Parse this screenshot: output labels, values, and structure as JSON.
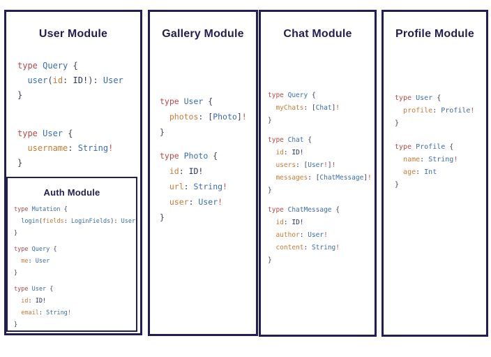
{
  "colors": {
    "navy": "#221e54",
    "kw": "#b94a46",
    "ty": "#3a6db6",
    "fl": "#cd7a35",
    "pu": "#3e4257",
    "sc": "#273360",
    "bg": "#c25048"
  },
  "panels": [
    {
      "title": "User Module",
      "blocks": [
        [
          [
            [
              "kw",
              "type "
            ],
            [
              "ty",
              "Query "
            ],
            [
              "pu",
              "{"
            ]
          ],
          [
            [
              "pu",
              "  "
            ],
            [
              "ty",
              "user"
            ],
            [
              "pu",
              "("
            ],
            [
              "fl",
              "id"
            ],
            [
              "pu",
              ": "
            ],
            [
              "sc",
              "ID!"
            ],
            [
              "pu",
              "): "
            ],
            [
              "ty",
              "User"
            ]
          ],
          [
            [
              "pu",
              "}"
            ]
          ]
        ],
        [
          [
            [
              "kw",
              "type "
            ],
            [
              "ty",
              "User "
            ],
            [
              "pu",
              "{"
            ]
          ],
          [
            [
              "pu",
              "  "
            ],
            [
              "fl",
              "username"
            ],
            [
              "pu",
              ": "
            ],
            [
              "ty",
              "String"
            ],
            [
              "bg",
              "!"
            ]
          ],
          [
            [
              "pu",
              "}"
            ]
          ]
        ]
      ],
      "sub_panel": {
        "title": "Auth Module",
        "blocks": [
          [
            [
              [
                "kw",
                "type "
              ],
              [
                "ty",
                "Mutation "
              ],
              [
                "pu",
                "{"
              ]
            ],
            [
              [
                "pu",
                "  "
              ],
              [
                "ty",
                "login"
              ],
              [
                "pu",
                "("
              ],
              [
                "fl",
                "fields"
              ],
              [
                "pu",
                ": "
              ],
              [
                "ty",
                "LoginFields"
              ],
              [
                "pu",
                "): "
              ],
              [
                "ty",
                "User"
              ]
            ],
            [
              [
                "pu",
                "}"
              ]
            ]
          ],
          [
            [
              [
                "kw",
                "type "
              ],
              [
                "ty",
                "Query "
              ],
              [
                "pu",
                "{"
              ]
            ],
            [
              [
                "pu",
                "  "
              ],
              [
                "fl",
                "me"
              ],
              [
                "pu",
                ": "
              ],
              [
                "ty",
                "User"
              ]
            ],
            [
              [
                "pu",
                "}"
              ]
            ]
          ],
          [
            [
              [
                "kw",
                "type "
              ],
              [
                "ty",
                "User "
              ],
              [
                "pu",
                "{"
              ]
            ],
            [
              [
                "pu",
                "  "
              ],
              [
                "fl",
                "id"
              ],
              [
                "pu",
                ": "
              ],
              [
                "sc",
                "ID!"
              ]
            ],
            [
              [
                "pu",
                "  "
              ],
              [
                "fl",
                "email"
              ],
              [
                "pu",
                ": "
              ],
              [
                "ty",
                "String"
              ],
              [
                "bg",
                "!"
              ]
            ],
            [
              [
                "pu",
                "}"
              ]
            ]
          ]
        ]
      }
    },
    {
      "title": "Gallery Module",
      "blocks": [
        [
          [
            [
              "kw",
              "type "
            ],
            [
              "ty",
              "User "
            ],
            [
              "pu",
              "{"
            ]
          ],
          [
            [
              "pu",
              "  "
            ],
            [
              "fl",
              "photos"
            ],
            [
              "pu",
              ": ["
            ],
            [
              "ty",
              "Photo"
            ],
            [
              "pu",
              "]"
            ],
            [
              "bg",
              "!"
            ]
          ],
          [
            [
              "pu",
              "}"
            ]
          ]
        ],
        [
          [
            [
              "kw",
              "type "
            ],
            [
              "ty",
              "Photo "
            ],
            [
              "pu",
              "{"
            ]
          ],
          [
            [
              "pu",
              "  "
            ],
            [
              "fl",
              "id"
            ],
            [
              "pu",
              ": "
            ],
            [
              "sc",
              "ID!"
            ]
          ],
          [
            [
              "pu",
              "  "
            ],
            [
              "fl",
              "url"
            ],
            [
              "pu",
              ": "
            ],
            [
              "ty",
              "String"
            ],
            [
              "bg",
              "!"
            ]
          ],
          [
            [
              "pu",
              "  "
            ],
            [
              "fl",
              "user"
            ],
            [
              "pu",
              ": "
            ],
            [
              "ty",
              "User"
            ],
            [
              "bg",
              "!"
            ]
          ],
          [
            [
              "pu",
              "}"
            ]
          ]
        ]
      ]
    },
    {
      "title": "Chat Module",
      "blocks": [
        [
          [
            [
              "kw",
              "type "
            ],
            [
              "ty",
              "Query "
            ],
            [
              "pu",
              "{"
            ]
          ],
          [
            [
              "pu",
              "  "
            ],
            [
              "fl",
              "myChats"
            ],
            [
              "pu",
              ": ["
            ],
            [
              "ty",
              "Chat"
            ],
            [
              "pu",
              "]"
            ],
            [
              "bg",
              "!"
            ]
          ],
          [
            [
              "pu",
              "}"
            ]
          ]
        ],
        [
          [
            [
              "kw",
              "type "
            ],
            [
              "ty",
              "Chat "
            ],
            [
              "pu",
              "{"
            ]
          ],
          [
            [
              "pu",
              "  "
            ],
            [
              "fl",
              "id"
            ],
            [
              "pu",
              ": "
            ],
            [
              "sc",
              "ID!"
            ]
          ],
          [
            [
              "pu",
              "  "
            ],
            [
              "fl",
              "users"
            ],
            [
              "pu",
              ": ["
            ],
            [
              "ty",
              "User"
            ],
            [
              "bg",
              "!"
            ],
            [
              "pu",
              "]"
            ],
            [
              "bg",
              "!"
            ]
          ],
          [
            [
              "pu",
              "  "
            ],
            [
              "fl",
              "messages"
            ],
            [
              "pu",
              ": ["
            ],
            [
              "ty",
              "ChatMessage"
            ],
            [
              "pu",
              "]"
            ],
            [
              "bg",
              "!"
            ]
          ],
          [
            [
              "pu",
              "}"
            ]
          ]
        ],
        [
          [
            [
              "kw",
              "type "
            ],
            [
              "ty",
              "ChatMessage "
            ],
            [
              "pu",
              "{"
            ]
          ],
          [
            [
              "pu",
              "  "
            ],
            [
              "fl",
              "id"
            ],
            [
              "pu",
              ": "
            ],
            [
              "sc",
              "ID!"
            ]
          ],
          [
            [
              "pu",
              "  "
            ],
            [
              "fl",
              "author"
            ],
            [
              "pu",
              ": "
            ],
            [
              "ty",
              "User"
            ],
            [
              "bg",
              "!"
            ]
          ],
          [
            [
              "pu",
              "  "
            ],
            [
              "fl",
              "content"
            ],
            [
              "pu",
              ": "
            ],
            [
              "ty",
              "String"
            ],
            [
              "bg",
              "!"
            ]
          ],
          [
            [
              "pu",
              "}"
            ]
          ]
        ]
      ]
    },
    {
      "title": "Profile Module",
      "blocks": [
        [
          [
            [
              "kw",
              "type "
            ],
            [
              "ty",
              "User "
            ],
            [
              "pu",
              "{"
            ]
          ],
          [
            [
              "pu",
              "  "
            ],
            [
              "fl",
              "profile"
            ],
            [
              "pu",
              ": "
            ],
            [
              "ty",
              "Profile"
            ],
            [
              "bg",
              "!"
            ]
          ],
          [
            [
              "pu",
              "}"
            ]
          ]
        ],
        [
          [
            [
              "kw",
              "type "
            ],
            [
              "ty",
              "Profile "
            ],
            [
              "pu",
              "{"
            ]
          ],
          [
            [
              "pu",
              "  "
            ],
            [
              "fl",
              "name"
            ],
            [
              "pu",
              ": "
            ],
            [
              "ty",
              "String"
            ],
            [
              "bg",
              "!"
            ]
          ],
          [
            [
              "pu",
              "  "
            ],
            [
              "fl",
              "age"
            ],
            [
              "pu",
              ": "
            ],
            [
              "ty",
              "Int"
            ]
          ],
          [
            [
              "pu",
              "}"
            ]
          ]
        ]
      ]
    }
  ]
}
